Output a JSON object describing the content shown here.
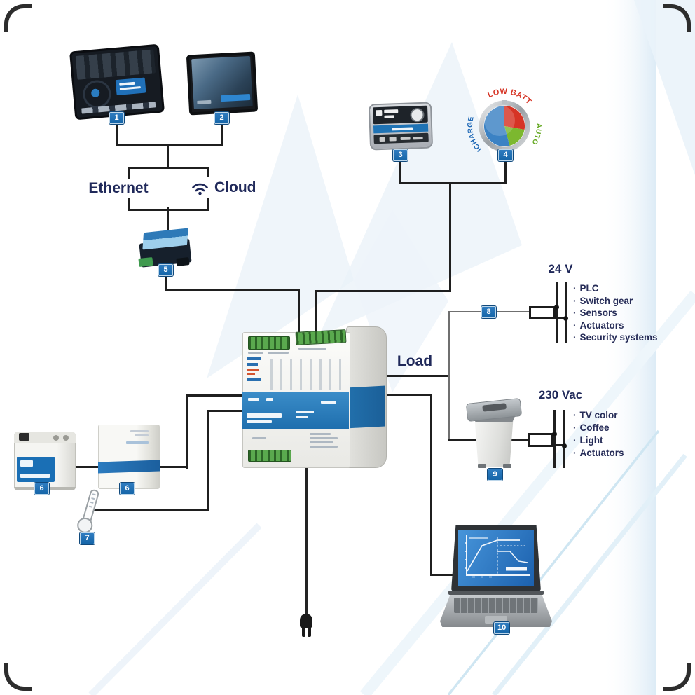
{
  "labels": {
    "ethernet": "Ethernet",
    "cloud": "Cloud",
    "load": "Load"
  },
  "gauge": {
    "left_arc": "ICHARGE",
    "top_arc": "LOW BATT",
    "right_arc": "AUTO"
  },
  "badges": {
    "b1": "1",
    "b2": "2",
    "b3": "3",
    "b4": "4",
    "b5": "5",
    "b6a": "6",
    "b6b": "6",
    "b7": "7",
    "b8": "8",
    "b9": "9",
    "b10": "10"
  },
  "bus_24v": {
    "title": "24 V",
    "bullet": "·",
    "items": [
      "PLC",
      "Switch gear",
      "Sensors",
      "Actuators",
      "Security systems"
    ]
  },
  "bus_230v": {
    "title": "230 Vac",
    "bullet": "·",
    "items": [
      "TV color",
      "Coffee",
      "Light",
      "Actuators"
    ]
  },
  "colors": {
    "badge_blue": "#1565a8",
    "label_navy": "#20295a",
    "line_black": "#1f1f1f",
    "line_gray": "#6f6f6f",
    "psu_band_blue": "#2b7fc2",
    "gauge_red": "#d63425",
    "gauge_green": "#7cb82f",
    "gauge_blue": "#3b82c4",
    "accent_cyan": "#bfe2f0"
  }
}
